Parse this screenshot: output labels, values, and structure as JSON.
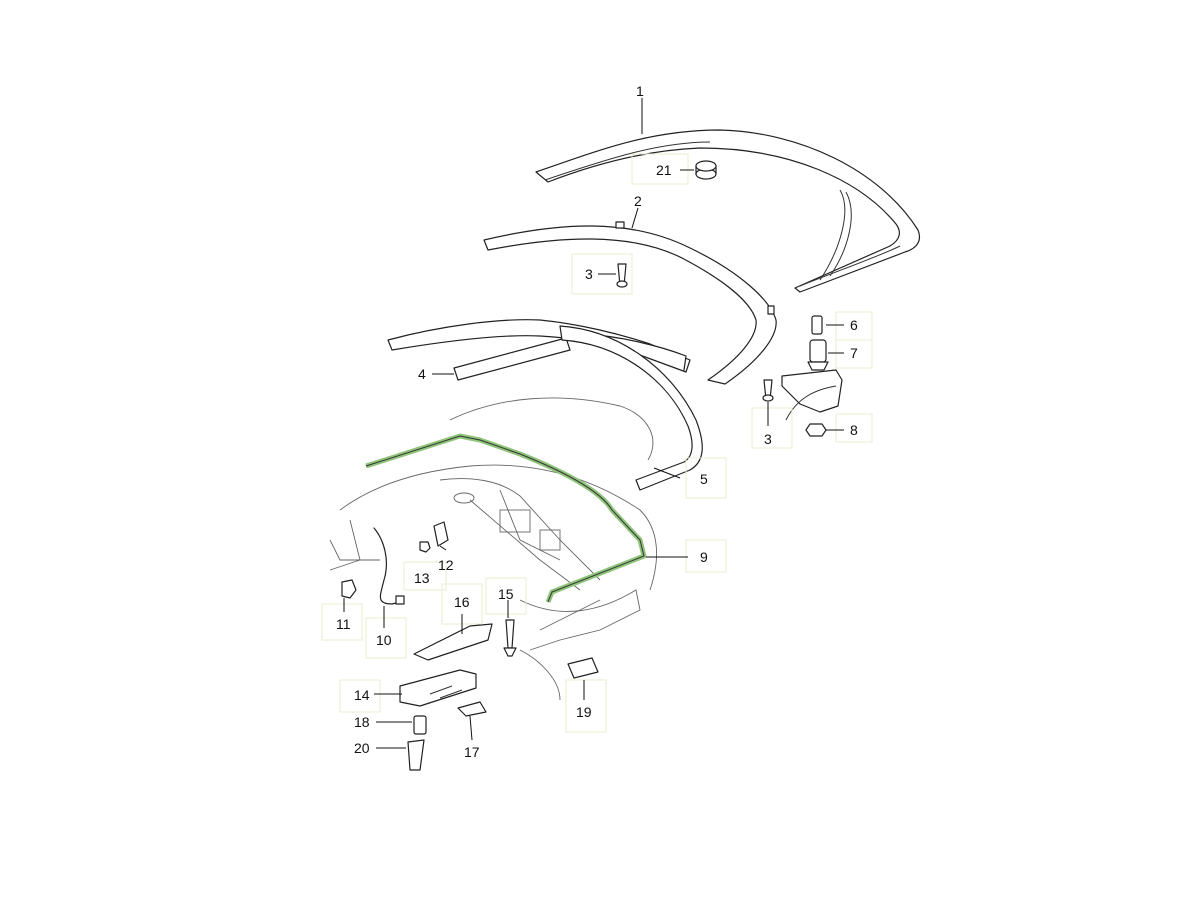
{
  "diagram": {
    "callouts": [
      {
        "id": "1",
        "label": "1"
      },
      {
        "id": "2",
        "label": "2"
      },
      {
        "id": "3a",
        "label": "3"
      },
      {
        "id": "3b",
        "label": "3"
      },
      {
        "id": "4",
        "label": "4"
      },
      {
        "id": "5",
        "label": "5"
      },
      {
        "id": "6",
        "label": "6"
      },
      {
        "id": "7",
        "label": "7"
      },
      {
        "id": "8",
        "label": "8"
      },
      {
        "id": "9",
        "label": "9"
      },
      {
        "id": "10",
        "label": "10"
      },
      {
        "id": "11",
        "label": "11"
      },
      {
        "id": "12",
        "label": "12"
      },
      {
        "id": "13",
        "label": "13"
      },
      {
        "id": "14",
        "label": "14"
      },
      {
        "id": "15",
        "label": "15"
      },
      {
        "id": "16",
        "label": "16"
      },
      {
        "id": "17",
        "label": "17"
      },
      {
        "id": "18",
        "label": "18"
      },
      {
        "id": "19",
        "label": "19"
      },
      {
        "id": "20",
        "label": "20"
      },
      {
        "id": "21",
        "label": "21"
      }
    ],
    "highlighted_part": "9",
    "highlight_color": "#8fc47a"
  }
}
